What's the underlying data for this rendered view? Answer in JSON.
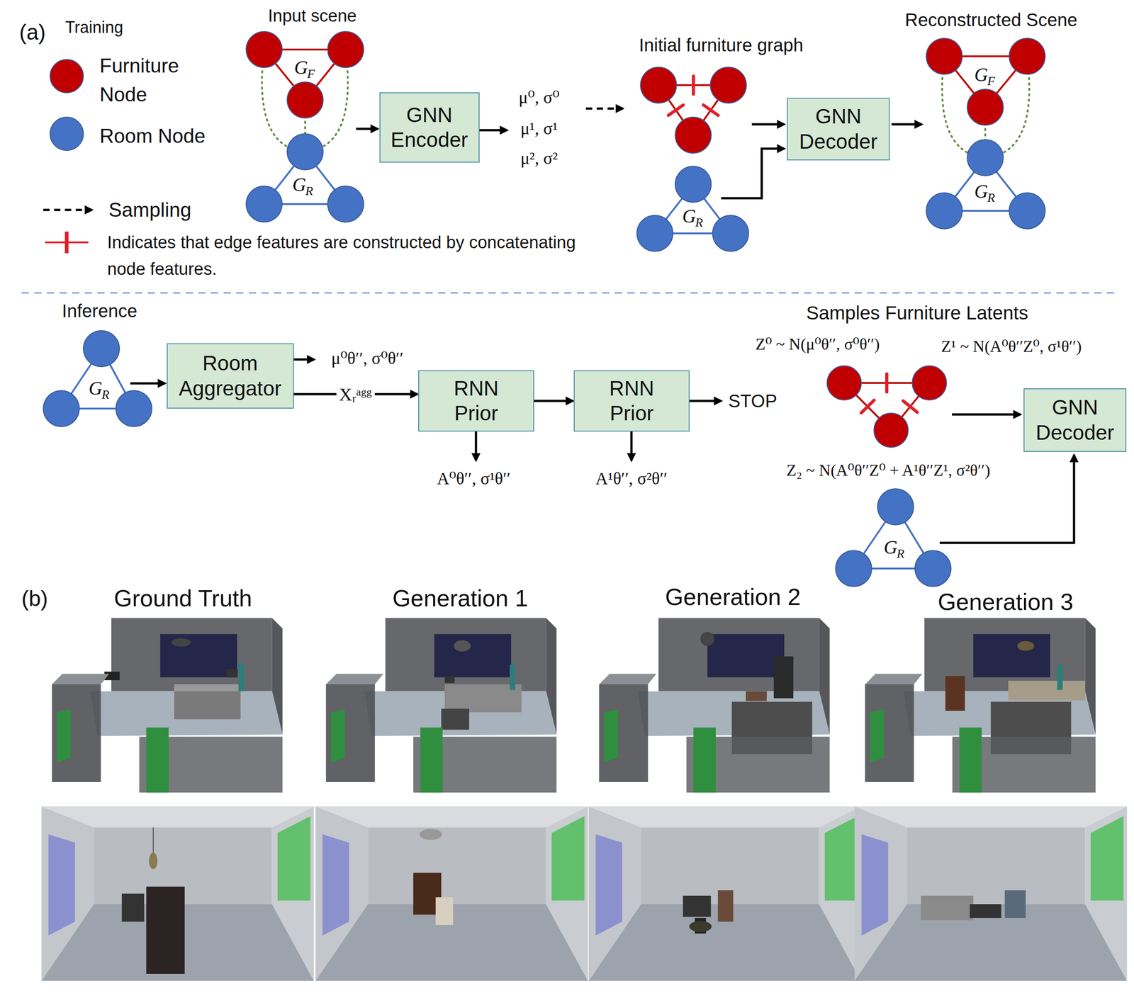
{
  "diagram": {
    "nodes": [
      {
        "text": [
          "GNN Encoder"
        ]
      },
      {
        "text": [
          "GNN Decoder"
        ]
      },
      {
        "text": [
          "Room Aggregator"
        ]
      },
      {
        "text": [
          "RNN Prior"
        ]
      },
      {
        "text": [
          "RNN Prior"
        ]
      },
      {
        "text": [
          "GNN Decoder"
        ]
      }
    ],
    "edges": [
      {
        "from": 2,
        "to": 3,
        "arrow": "to",
        "label": "Xᵣᵃᵍᵍ"
      },
      {
        "from": 3,
        "to": 4,
        "arrow": "to"
      }
    ],
    "labels": [
      "(a)",
      "Training",
      "Input scene",
      "G",
      "F",
      "G",
      "R",
      "μ⁰, σ⁰",
      "μ¹, σ¹",
      "μ², σ²",
      "Initial furniture graph",
      "G",
      "R",
      "Reconstructed Scene",
      "G",
      "F",
      "G",
      "R",
      "Inference",
      "G",
      "R",
      "μ⁰θ′′, σ⁰θ′′",
      "STOP",
      "A⁰θ′′, σ¹θ′′",
      "A¹θ′′, σ²θ′′",
      "Samples Furniture Latents",
      "Z⁰ ~ N(μ⁰θ′′, σ⁰θ′′)",
      "Z¹ ~ N(A⁰θ′′Z⁰, σ¹θ′′)",
      "Z₂ ~ N(A⁰θ′′Z⁰ + A¹θ′′Z¹, σ²θ′′)",
      "G",
      "R",
      "(b)",
      "Ground Truth",
      "Generation 1",
      "Generation 2",
      "Generation 3"
    ],
    "legend": [
      {
        "text": "Furniture Node",
        "color": "#c00000"
      },
      {
        "text": "Room Node",
        "color": "#4472c4"
      },
      {
        "text": "Sampling"
      },
      {
        "text": "Indicates that edge features are constructed by concatenating node features."
      }
    ]
  }
}
